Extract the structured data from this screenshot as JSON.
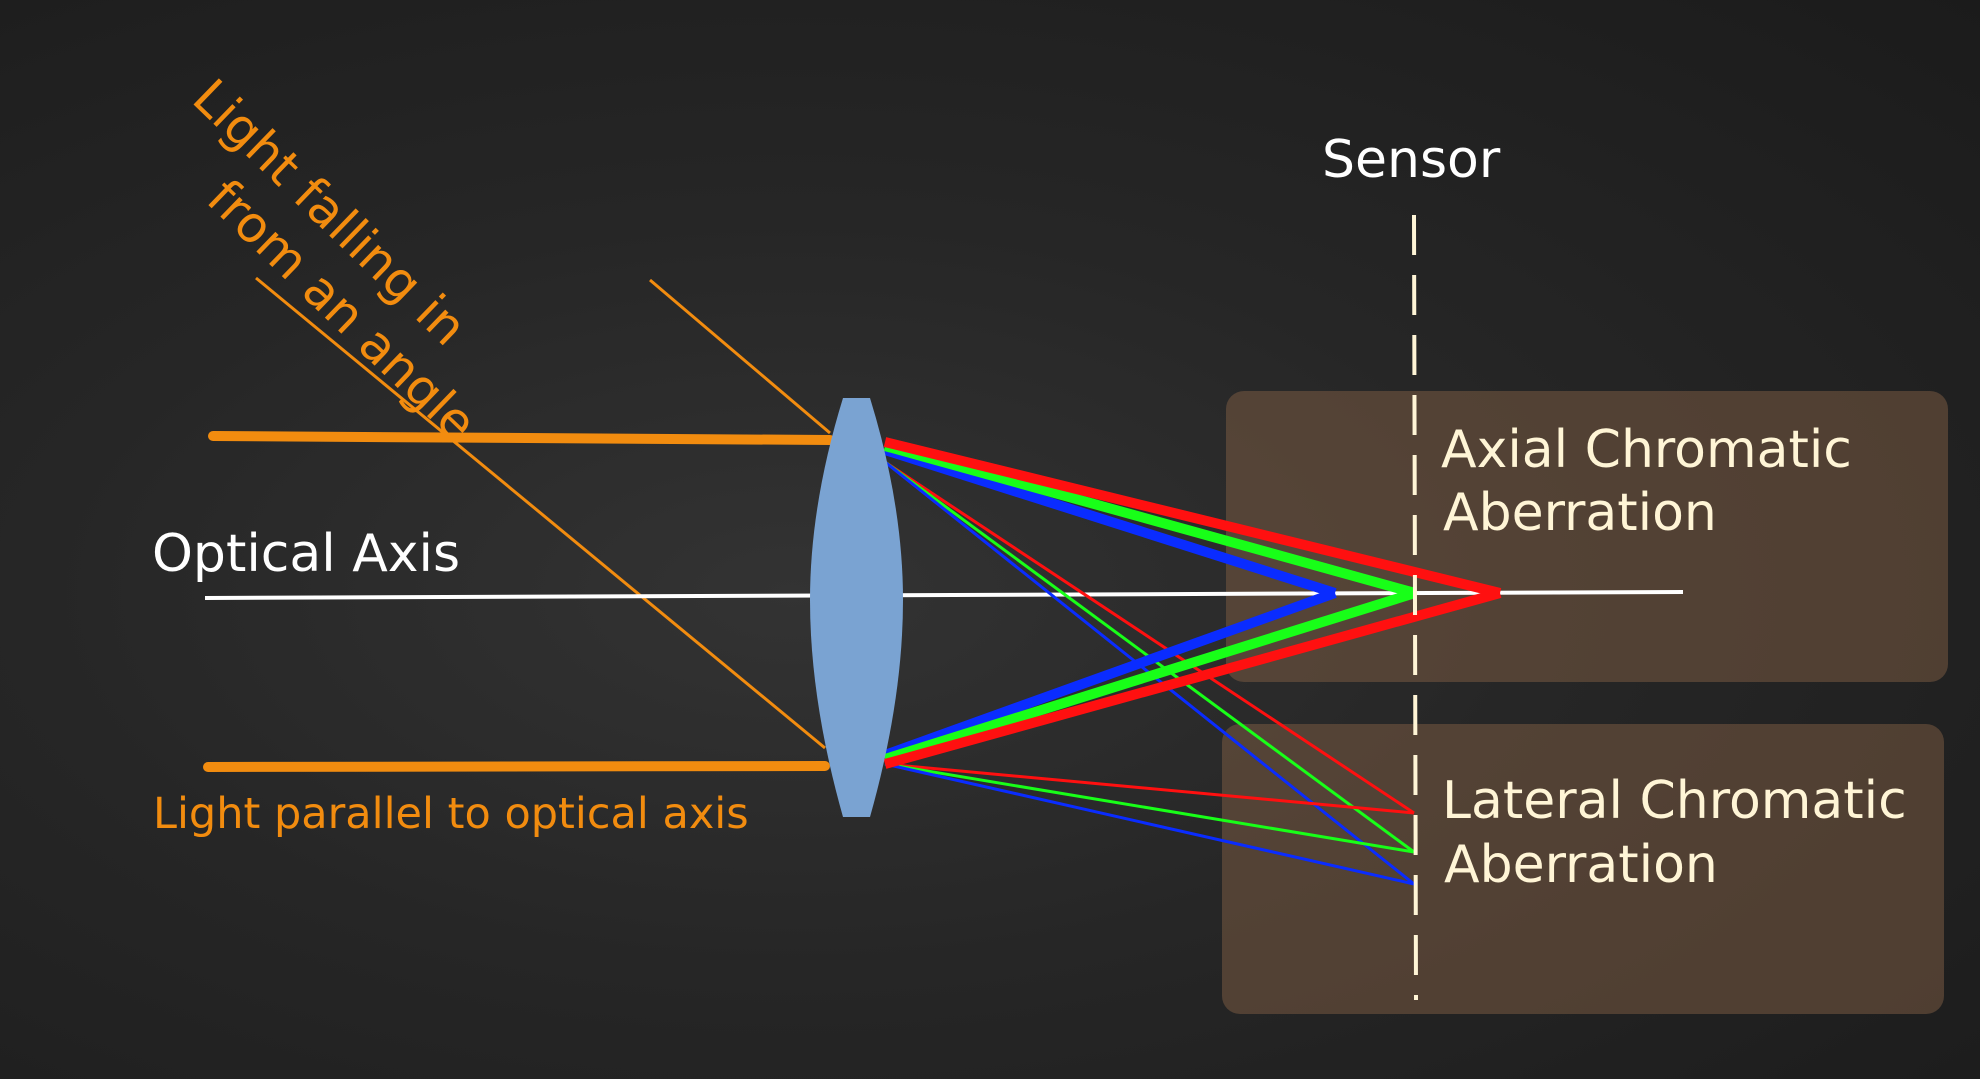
{
  "labels": {
    "sensor": "Sensor",
    "optical_axis": "Optical Axis",
    "angled_light_line1": "Light falling in",
    "angled_light_line2": "from an angle",
    "parallel_light": "Light parallel to optical axis",
    "axial_line1": "Axial Chromatic",
    "axial_line2": "Aberration",
    "lateral_line1": "Lateral Chromatic",
    "lateral_line2": "Aberration"
  },
  "colors": {
    "incoming_light": "#f28c0f",
    "red_ray": "#ff1010",
    "green_ray": "#18ff18",
    "blue_ray": "#0a2cff",
    "lens": "#7aa3d2",
    "axis": "#ffffff",
    "sensor_line": "#fff5d6",
    "panel": "#5a4636"
  }
}
